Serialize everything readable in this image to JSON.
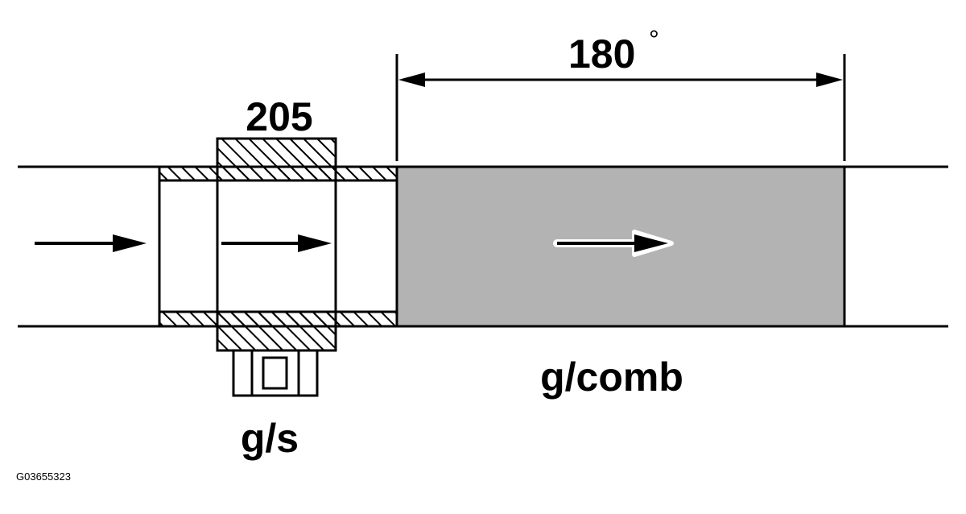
{
  "labels": {
    "sensor_value": "205",
    "angle_value": "180",
    "angle_unit": "°",
    "sensor_flow": "g/s",
    "combustion_flow": "g/comb",
    "figure_id": "G03655323"
  },
  "colors": {
    "stroke": "#000000",
    "combustion_fill": "#b3b3b3",
    "background": "#ffffff"
  }
}
